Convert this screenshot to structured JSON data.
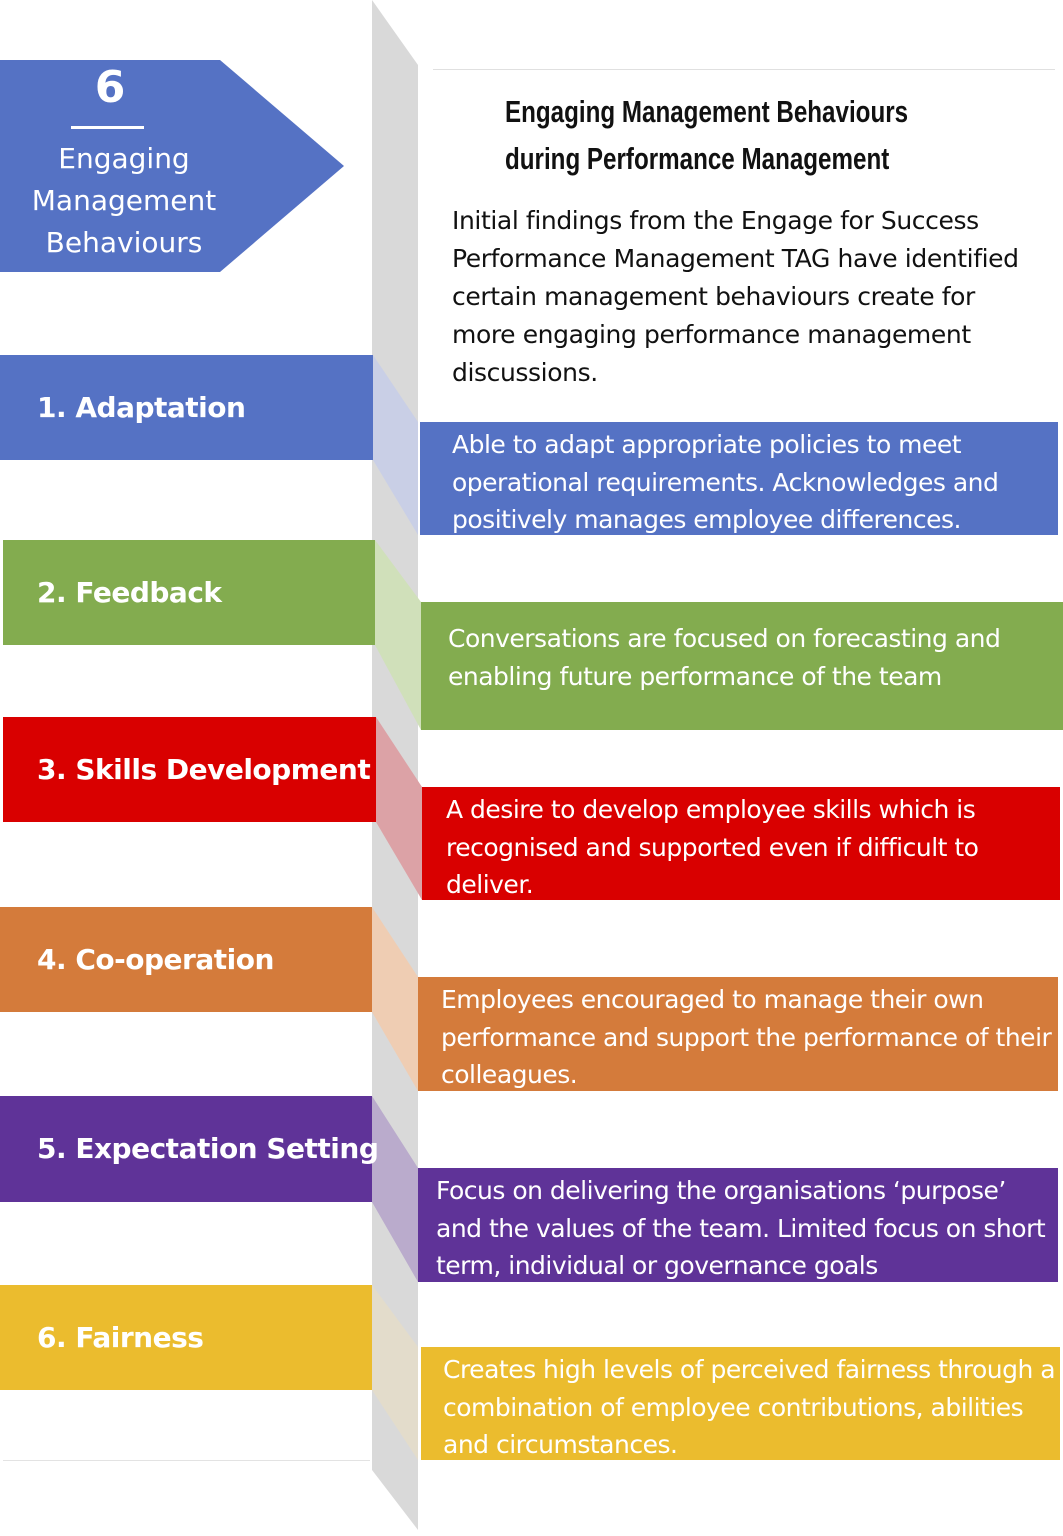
{
  "header": {
    "number": "6",
    "label_lines": [
      "Engaging",
      "Management",
      "Behaviours"
    ],
    "color": "#5572C4"
  },
  "title": {
    "line1": "Engaging Management Behaviours",
    "line2": "during Performance Management"
  },
  "intro": "Initial findings from the Engage for Success Performance Management TAG have identified certain management behaviours create for more engaging performance management discussions.",
  "behaviours": [
    {
      "label": "1.  Adaptation",
      "color": "#5572C4",
      "tint": "#C9CFE6",
      "description": "Able to adapt appropriate policies to meet operational requirements.  Acknowledges and positively manages employee differences."
    },
    {
      "label": "2.  Feedback",
      "color": "#83AC4F",
      "tint": "#D0E0BA",
      "description": "Conversations are focused on forecasting and enabling future performance of the team"
    },
    {
      "label": "3.  Skills Development",
      "color": "#D90000",
      "tint": "#DCA2A6",
      "description": "A desire to develop employee skills which is recognised and supported even if difficult to deliver."
    },
    {
      "label": "4. Co-operation",
      "color": "#D47B3B",
      "tint": "#EFCDB3",
      "description": "Employees encouraged to manage their own performance and support the performance of their colleagues."
    },
    {
      "label": "5. Expectation Setting",
      "color": "#5F3398",
      "tint": "#BAABCC",
      "description": "Focus on delivering the organisations ‘purpose’ and the values of the team.  Limited focus on short term, individual or governance goals"
    },
    {
      "label": "6. Fairness",
      "color": "#EBBC2E",
      "tint": "#E3DCCB",
      "description": "Creates high levels of perceived fairness through a combination of employee contributions, abilities and circumstances."
    }
  ],
  "colors": {
    "band_grey": "#D9D9D9",
    "text_dark": "#111111",
    "text_light": "#FFFFFF"
  }
}
